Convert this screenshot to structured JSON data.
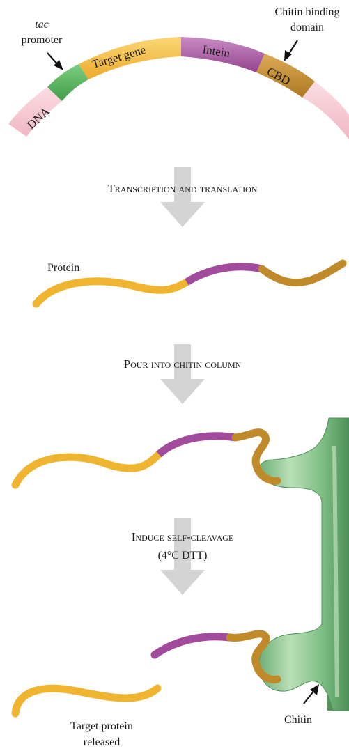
{
  "dna_segments": {
    "dna": "DNA",
    "target_gene": "Target gene",
    "intein": "Intein",
    "cbd": "CBD"
  },
  "callouts": {
    "tac_italic": "tac",
    "promoter": "promoter",
    "chitin_binding_line1": "Chitin binding",
    "chitin_binding_line2": "domain"
  },
  "steps": {
    "step1": "Transcription and translation",
    "step2": "Pour into chitin column",
    "step3": "Induce self-cleavage",
    "step3_condition": "(4°C DTT)"
  },
  "labels": {
    "protein": "Protein",
    "chitin": "Chitin",
    "released_line1": "Target protein",
    "released_line2": "released"
  },
  "colors": {
    "dna_pink": "#f7cbd4",
    "promoter_green": "#4fb35a",
    "target_yellow": "#f3b63a",
    "intein_purple": "#a24b9c",
    "cbd_brown": "#c08a2a",
    "chitin_green": "#7fbf86",
    "arrow_gray": "#d4d4d4"
  }
}
